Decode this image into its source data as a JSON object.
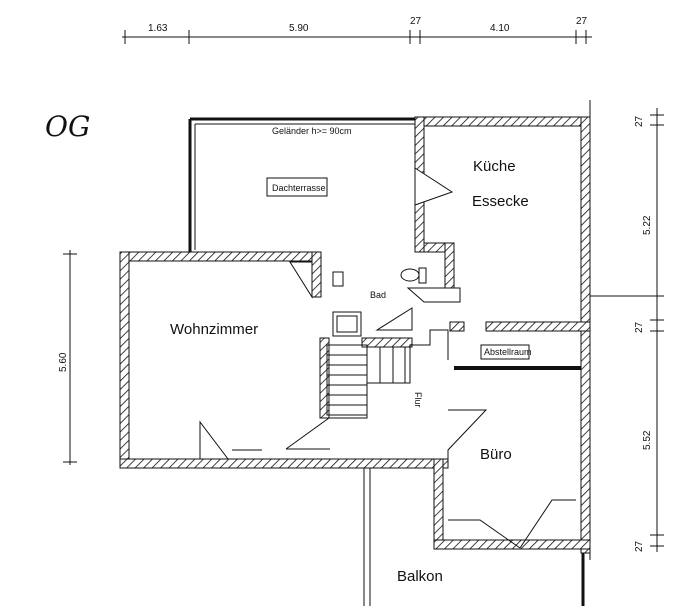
{
  "floor_label": "OG",
  "rooms": {
    "kueche": "Küche",
    "essecke": "Essecke",
    "wohnzimmer": "Wohnzimmer",
    "bad": "Bad",
    "flur": "Flur",
    "abstellraum": "Abstellraum",
    "buero": "Büro",
    "balkon": "Balkon",
    "dachterrasse": "Dachterrasse"
  },
  "notes": {
    "gelaender": "Geländer h>= 90cm"
  },
  "dimensions": {
    "top": [
      "1.63",
      "5.90",
      "27",
      "4.10",
      "27"
    ],
    "right": [
      "27",
      "5.22",
      "27",
      "5.52",
      "27"
    ],
    "left": [
      "5.60"
    ]
  }
}
